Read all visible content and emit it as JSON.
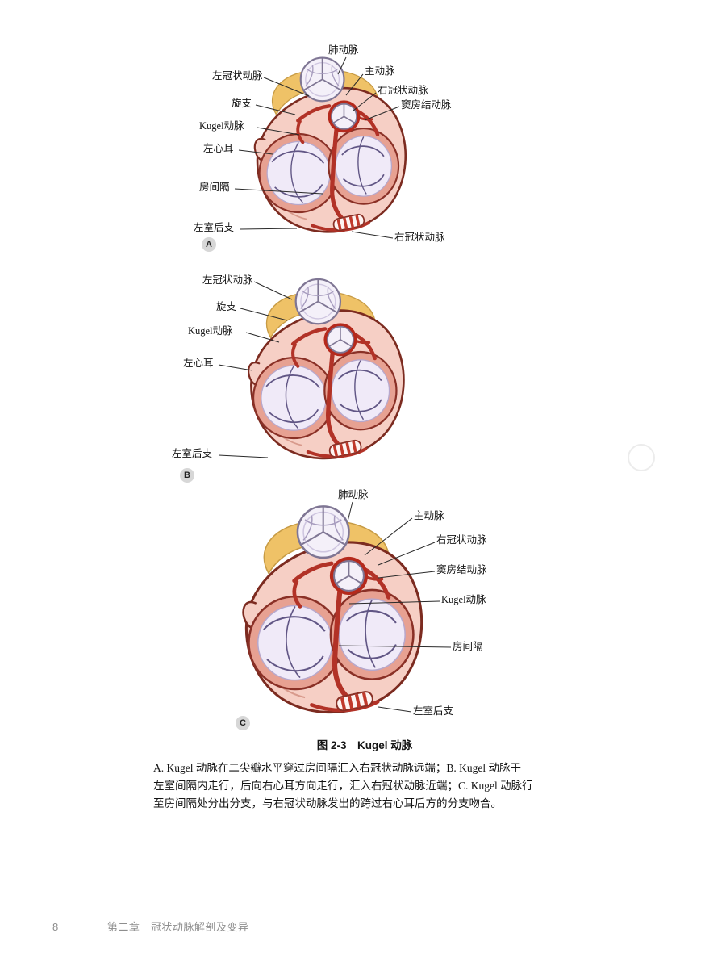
{
  "figure": {
    "caption_title": "图 2-3　Kugel 动脉",
    "caption_lines": [
      "A. Kugel 动脉在二尖瓣水平穿过房间隔汇入右冠状动脉远端；B. Kugel 动脉于",
      "左室间隔内走行，后向右心耳方向走行，汇入右冠状动脉近端；C. Kugel 动脉行",
      "至房间隔处分出分支，与右冠状动脉发出的跨过右心耳后方的分支吻合。"
    ]
  },
  "panels": {
    "a": {
      "badge": "A",
      "labels": {
        "pulmonary": "肺动脉",
        "left_coronary": "左冠状动脉",
        "aorta": "主动脉",
        "right_coronary": "右冠状动脉",
        "sa_node": "窦房结动脉",
        "circumflex": "旋支",
        "kugel": "Kugel动脉",
        "laa": "左心耳",
        "septum": "房间隔",
        "plv": "左室后支",
        "right_coronary2": "右冠状动脉"
      }
    },
    "b": {
      "badge": "B",
      "labels": {
        "left_coronary": "左冠状动脉",
        "circumflex": "旋支",
        "kugel": "Kugel动脉",
        "laa": "左心耳",
        "plv": "左室后支"
      }
    },
    "c": {
      "badge": "C",
      "labels": {
        "pulmonary": "肺动脉",
        "aorta": "主动脉",
        "right_coronary": "右冠状动脉",
        "sa_node": "窦房结动脉",
        "kugel": "Kugel动脉",
        "septum": "房间隔",
        "plv": "左室后支"
      }
    }
  },
  "footer": {
    "page_number": "8",
    "chapter": "第二章　冠状动脉解剖及变异"
  }
}
